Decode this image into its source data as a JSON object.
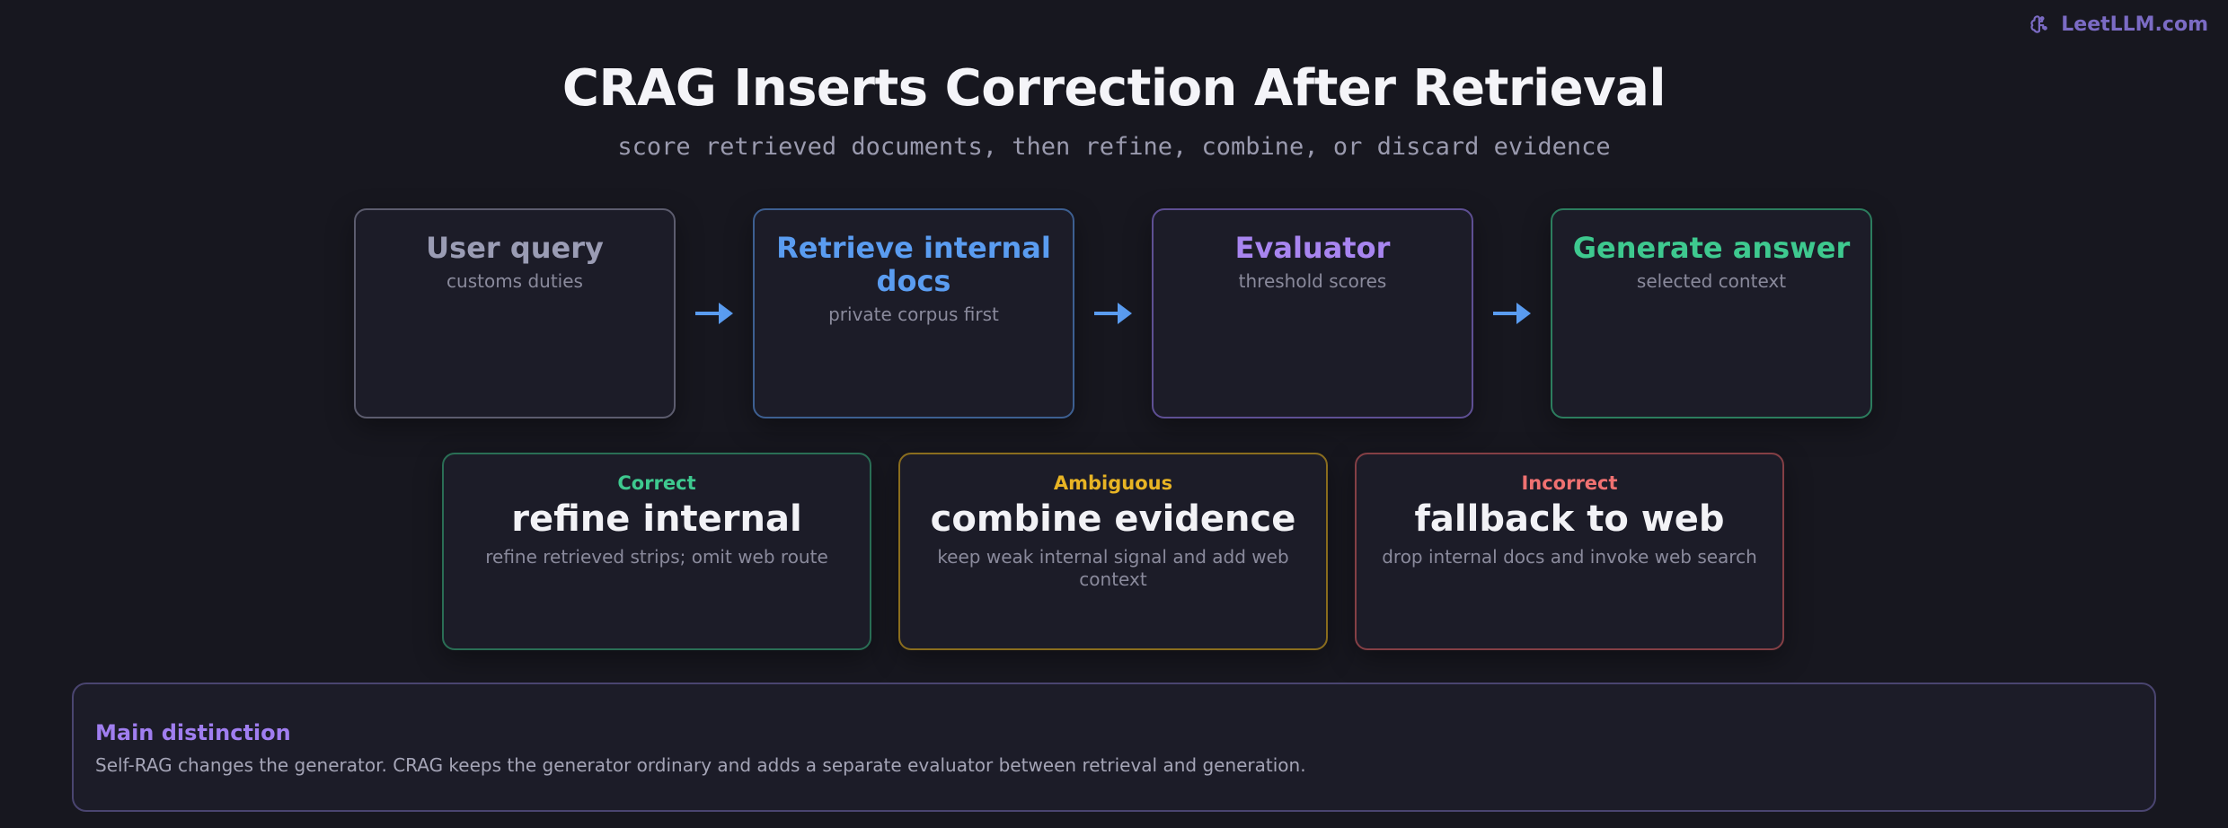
{
  "brand": {
    "name": "LeetLLM.com",
    "icon": "brain-icon",
    "color": "#7b6bc4"
  },
  "title": "CRAG Inserts Correction After Retrieval",
  "subtitle": "score retrieved documents, then refine, combine, or discard evidence",
  "stages": [
    {
      "title": "User query",
      "note": "customs duties",
      "color": "#9a9cb4"
    },
    {
      "title": "Retrieve internal docs",
      "note": "private corpus first",
      "color": "#5a9cf0"
    },
    {
      "title": "Evaluator",
      "note": "threshold scores",
      "color": "#a885f0"
    },
    {
      "title": "Generate answer",
      "note": "selected context",
      "color": "#3ec98f"
    }
  ],
  "arrow_icon": "arrow-right-icon",
  "arrow_color": "#5a9cf0",
  "branches": [
    {
      "label": "Correct",
      "title": "refine internal",
      "note": "refine retrieved strips; omit web route",
      "color": "#3ec98f"
    },
    {
      "label": "Ambiguous",
      "title": "combine evidence",
      "note": "keep weak internal signal and add web context",
      "color": "#e8b424"
    },
    {
      "label": "Incorrect",
      "title": "fallback to web",
      "note": "drop internal docs and invoke web search",
      "color": "#f07171"
    }
  ],
  "summary": {
    "title": "Main distinction",
    "text": "Self-RAG changes the generator. CRAG keeps the generator ordinary and adds a separate evaluator between retrieval and generation."
  }
}
